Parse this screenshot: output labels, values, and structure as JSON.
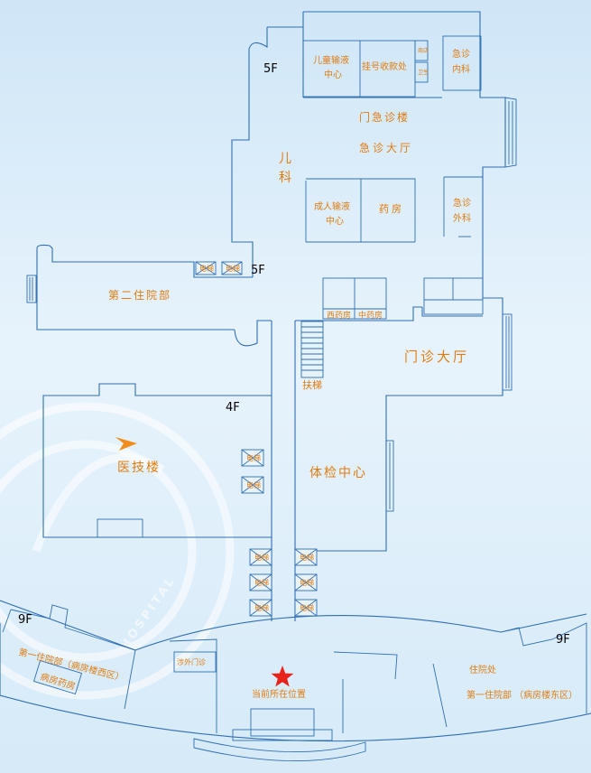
{
  "colors": {
    "wall": "#2f6fb3",
    "label": "#e07d12",
    "marker": "#e8231b",
    "background": "#dcedfa"
  },
  "floors": {
    "f5_top": "5F",
    "f5_mid": "5F",
    "f4": "4F",
    "f9_left": "9F",
    "f9_right": "9F"
  },
  "rooms": {
    "child_infusion_1": "儿童输液",
    "child_infusion_2": "中心",
    "registration": "挂号收款处",
    "emergency_internal_1": "急诊",
    "emergency_internal_2": "内科",
    "outpatient_emergency_building": "门急诊楼",
    "emergency_hall": "急诊大厅",
    "pediatrics_1": "儿",
    "pediatrics_2": "科",
    "adult_infusion_1": "成人输液",
    "adult_infusion_2": "中心",
    "pharmacy": "药房",
    "emergency_surgery_1": "急诊",
    "emergency_surgery_2": "外科",
    "second_inpatient": "第二住院部",
    "western_pharmacy": "西药房",
    "chinese_pharmacy": "中药房",
    "outpatient_hall": "门诊大厅",
    "escalator": "扶梯",
    "medical_tech_building": "医技楼",
    "health_check_center": "体检中心",
    "foreign_clinic": "涉外门诊",
    "first_inpatient_west_1": "第一住院部（病房楼西区）",
    "ward_pharmacy": "病房药房",
    "inpatient_office": "住院处",
    "first_inpatient_east": "第一住院部  （病房楼东区）",
    "small_room_a": "商店",
    "small_room_b": "卫生"
  },
  "elevator_label": "电梯",
  "you_are_here": "当前所在位置",
  "watermark": {
    "text": "HOSPITAL",
    "icon": "hospital-seal-watermark"
  }
}
